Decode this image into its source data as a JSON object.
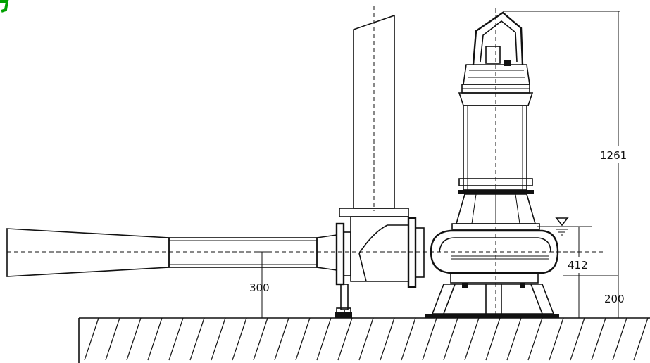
{
  "dimensions": {
    "height_total": "1261",
    "outlet_height": "412",
    "base_height": "200",
    "nozzle_height": "300"
  },
  "colors": {
    "line": "#111111",
    "background": "#ffffff",
    "corner_mark": "#00a000"
  },
  "icons": {
    "water_level": "water-level-icon"
  }
}
